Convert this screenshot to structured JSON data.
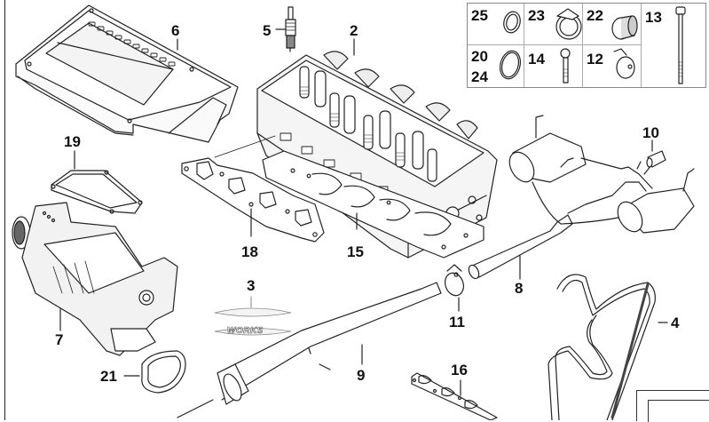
{
  "diagram": {
    "title": "Engine parts exploded view",
    "callouts": {
      "p2": "2",
      "p3": "3",
      "p4": "4",
      "p5": "5",
      "p6": "6",
      "p7": "7",
      "p8": "8",
      "p9": "9",
      "p10": "10",
      "p11": "11",
      "p15": "15",
      "p16": "16",
      "p18": "18",
      "p19": "19",
      "p21": "21"
    },
    "small_parts_grid": {
      "cells": [
        {
          "numbers": [
            "25"
          ],
          "part": "o-ring-small"
        },
        {
          "numbers": [
            "23"
          ],
          "part": "hose-clamp"
        },
        {
          "numbers": [
            "22"
          ],
          "part": "plug"
        },
        {
          "numbers": [
            "13"
          ],
          "part": "long-bolt"
        },
        {
          "numbers": [
            "20",
            "24"
          ],
          "part": "o-ring-large"
        },
        {
          "numbers": [
            "14"
          ],
          "part": "bolt"
        },
        {
          "numbers": [
            "12"
          ],
          "part": "clip-clamp"
        }
      ]
    },
    "logo_text": "WORKS",
    "parts": [
      {
        "id": "2",
        "name": "Cylinder head"
      },
      {
        "id": "3",
        "name": "Emblem WORKS"
      },
      {
        "id": "4",
        "name": "Ribbed V-belt"
      },
      {
        "id": "5",
        "name": "Spark plug"
      },
      {
        "id": "6",
        "name": "Engine cover"
      },
      {
        "id": "7",
        "name": "Supercharger"
      },
      {
        "id": "8",
        "name": "Exhaust pipe"
      },
      {
        "id": "9",
        "name": "Front silencer"
      },
      {
        "id": "10",
        "name": "Tail pipe"
      },
      {
        "id": "11",
        "name": "Clamp"
      },
      {
        "id": "15",
        "name": "Cylinder head gasket"
      },
      {
        "id": "16",
        "name": "Exhaust manifold gasket"
      },
      {
        "id": "18",
        "name": "Intake manifold gasket"
      },
      {
        "id": "19",
        "name": "Gasket"
      },
      {
        "id": "21",
        "name": "Seal ring"
      }
    ]
  }
}
